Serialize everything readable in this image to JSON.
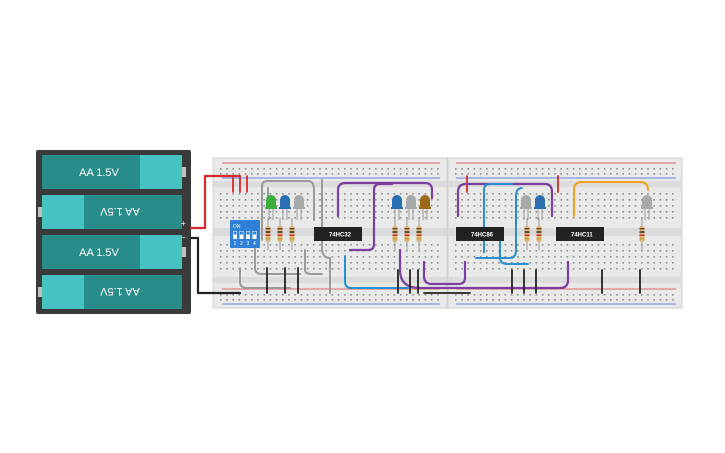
{
  "battery_pack": {
    "cells": [
      {
        "label": "AA 1.5V",
        "flipped": false
      },
      {
        "label": "AA 1.5V",
        "flipped": true
      },
      {
        "label": "AA 1.5V",
        "flipped": false
      },
      {
        "label": "AA 1.5V",
        "flipped": true
      }
    ],
    "plus_sign": "+",
    "minus_sign": "−"
  },
  "dip_switch": {
    "on_label": "ON",
    "positions": [
      "1",
      "2",
      "3",
      "4"
    ]
  },
  "chips": [
    {
      "label": "74HC32"
    },
    {
      "label": "74HC86"
    },
    {
      "label": "74HC11"
    }
  ],
  "colors": {
    "battery_body": "#2b8c8c",
    "battery_cap": "#47c3c3",
    "holder": "#3a3a3a",
    "breadboard": "#e9e9e9",
    "rail_red": "#d63a3a",
    "rail_blue": "#3a5fd6",
    "wire_red": "#d62a2a",
    "wire_black": "#222222",
    "wire_gray": "#9a9a9a",
    "wire_purple": "#7b3fa0",
    "wire_blue": "#2a8fd0",
    "wire_orange": "#f0a020",
    "dip_switch": "#2f80d8",
    "led_green": "#3cae3c",
    "led_blue": "#2a6fb0",
    "led_gray": "#a8a8a8",
    "led_brown": "#9a6a1a"
  }
}
